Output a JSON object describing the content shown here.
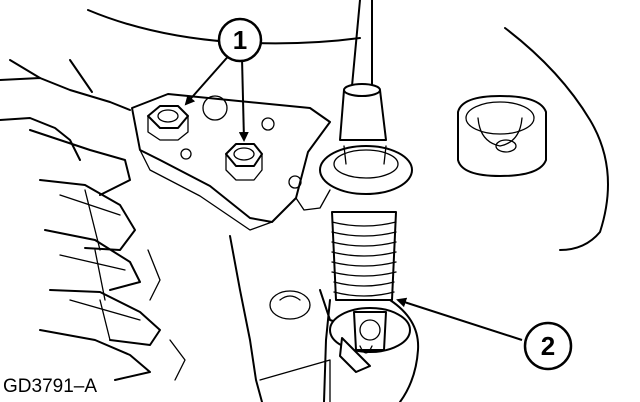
{
  "callouts": [
    {
      "number": "1"
    },
    {
      "number": "2"
    }
  ],
  "figure_id": "GD3791–A",
  "colors": {
    "ink": "#000000",
    "background": "#ffffff"
  }
}
